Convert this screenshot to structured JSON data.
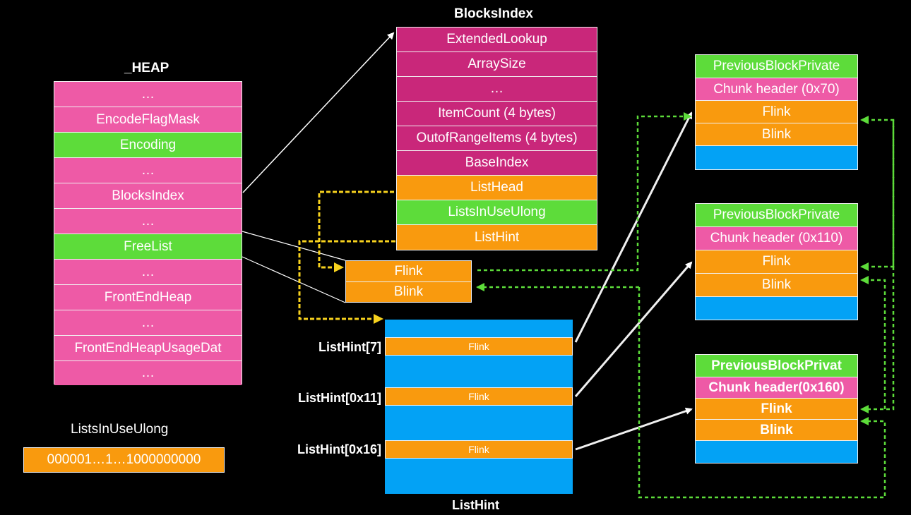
{
  "heap": {
    "title": "_HEAP",
    "rows": [
      "…",
      "EncodeFlagMask",
      "Encoding",
      "…",
      "BlocksIndex",
      "…",
      "FreeList",
      "…",
      "FrontEndHeap",
      "…",
      "FrontEndHeapUsageDat",
      "…"
    ]
  },
  "blocks_index": {
    "title": "BlocksIndex",
    "rows": [
      "ExtendedLookup",
      "ArraySize",
      "…",
      "ItemCount (4 bytes)",
      "OutofRangeItems (4 bytes)",
      "BaseIndex",
      "ListHead",
      "ListsInUseUlong",
      "ListHint"
    ]
  },
  "freelist_head": {
    "flink": "Flink",
    "blink": "Blink"
  },
  "list_hint": {
    "title": "ListHint",
    "entries": [
      {
        "label": "ListHint[7]",
        "field": "Flink"
      },
      {
        "label": "ListHint[0x11]",
        "field": "Flink"
      },
      {
        "label": "ListHint[0x16]",
        "field": "Flink"
      }
    ]
  },
  "lists_in_use": {
    "title": "ListsInUseUlong",
    "value": "000001…1…1000000000"
  },
  "chunks": [
    {
      "prev": "PreviousBlockPrivate",
      "header": "Chunk header (0x70)",
      "flink": "Flink",
      "blink": "Blink"
    },
    {
      "prev": "PreviousBlockPrivate",
      "header": "Chunk header (0x110)",
      "flink": "Flink",
      "blink": "Blink"
    },
    {
      "prev": "PreviousBlockPrivat",
      "header": "Chunk header(0x160)",
      "flink": "Flink",
      "blink": "Blink"
    }
  ],
  "colors": {
    "pink": "#ee5aa6",
    "magenta": "#c9277a",
    "green": "#5ddc3a",
    "orange": "#f99a0e",
    "blue": "#03a2f5",
    "yellow_arrow": "#f7d21e",
    "dashed_arrow": "#5ddc3a"
  }
}
